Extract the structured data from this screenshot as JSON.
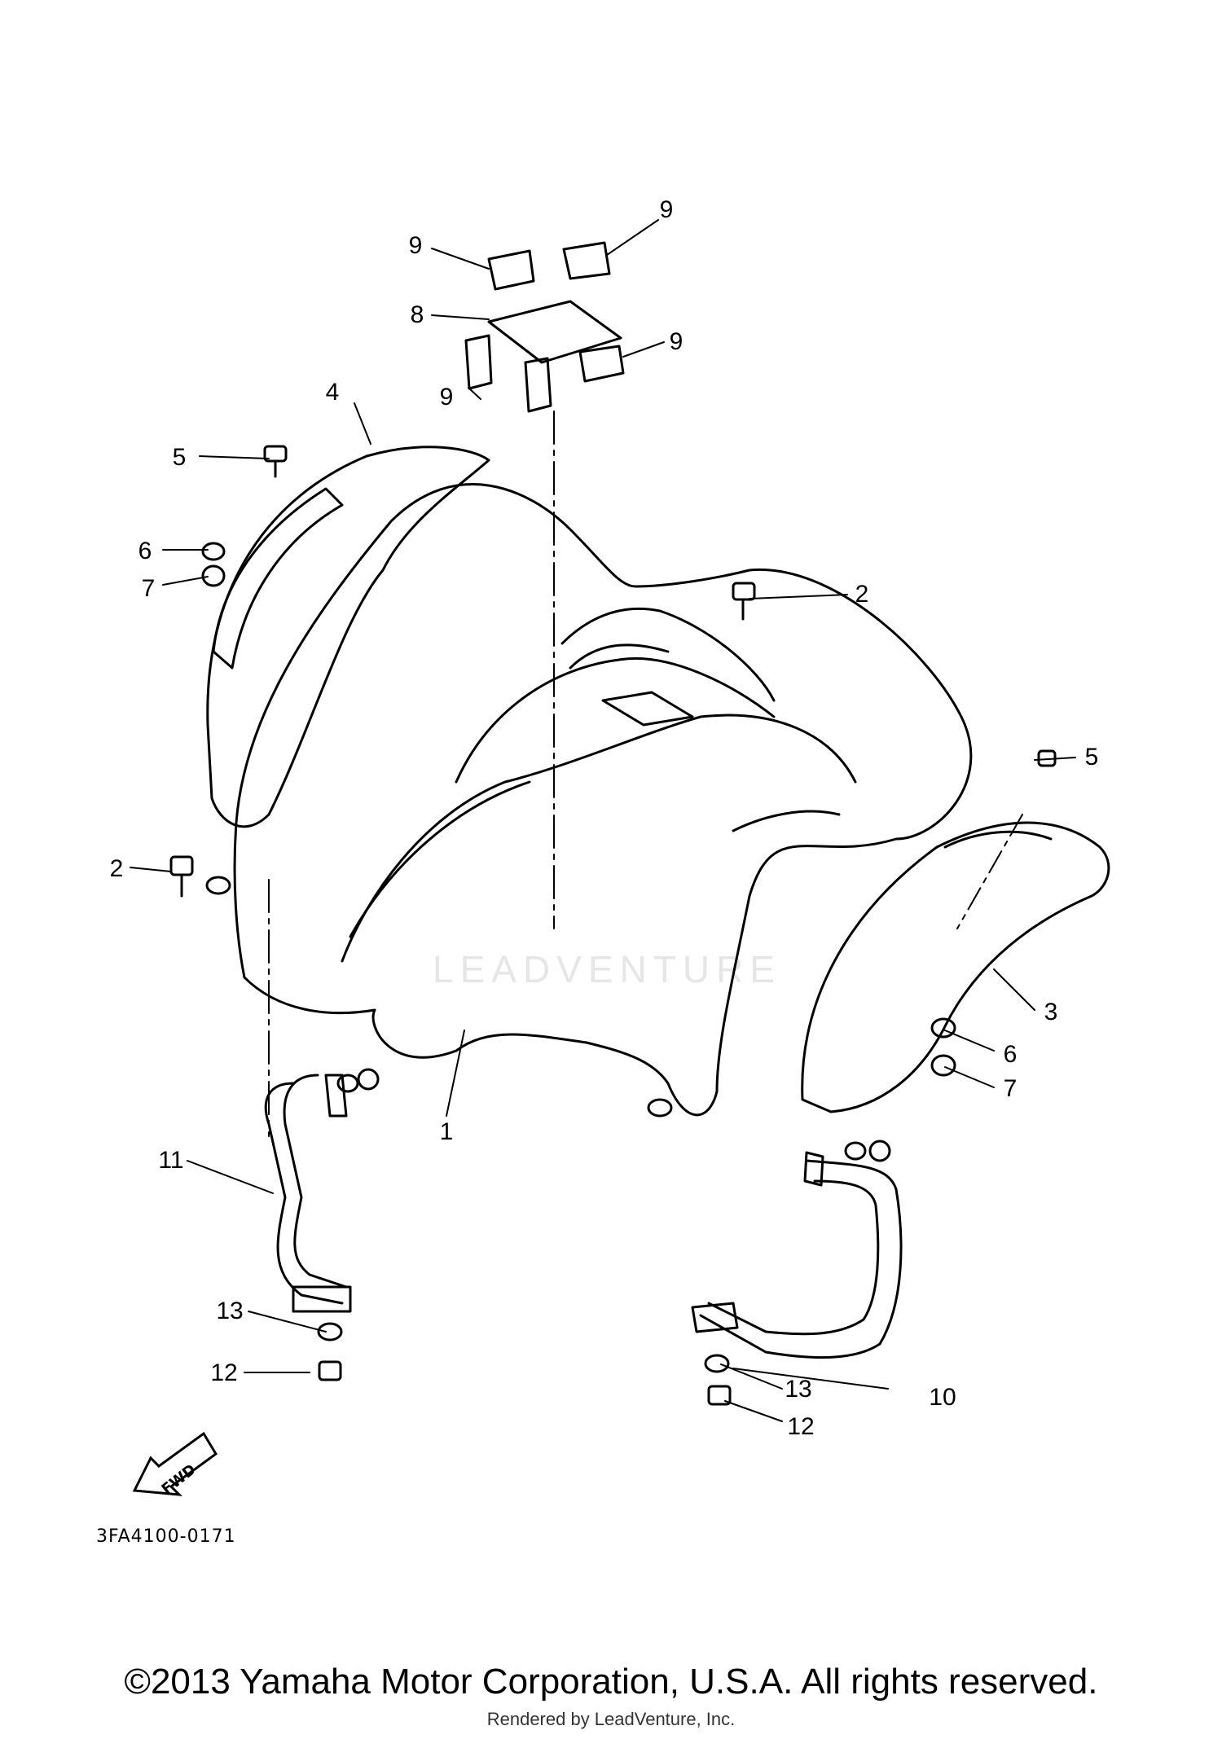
{
  "diagram": {
    "callouts": [
      {
        "id": "c9a",
        "label": "9"
      },
      {
        "id": "c9b",
        "label": "9"
      },
      {
        "id": "c8",
        "label": "8"
      },
      {
        "id": "c9c",
        "label": "9"
      },
      {
        "id": "c9d",
        "label": "9"
      },
      {
        "id": "c4",
        "label": "4"
      },
      {
        "id": "c5a",
        "label": "5"
      },
      {
        "id": "c6a",
        "label": "6"
      },
      {
        "id": "c7a",
        "label": "7"
      },
      {
        "id": "c2a",
        "label": "2"
      },
      {
        "id": "c2b",
        "label": "2"
      },
      {
        "id": "c5b",
        "label": "5"
      },
      {
        "id": "c3",
        "label": "3"
      },
      {
        "id": "c6b",
        "label": "6"
      },
      {
        "id": "c7b",
        "label": "7"
      },
      {
        "id": "c1",
        "label": "1"
      },
      {
        "id": "c11",
        "label": "11"
      },
      {
        "id": "c13a",
        "label": "13"
      },
      {
        "id": "c12a",
        "label": "12"
      },
      {
        "id": "c13b",
        "label": "13"
      },
      {
        "id": "c12b",
        "label": "12"
      },
      {
        "id": "c10",
        "label": "10"
      }
    ],
    "fwd_label": "FWD",
    "part_code": "3FA4100-0171",
    "watermark": "LEADVENTURE"
  },
  "footer": {
    "copyright": "©2013 Yamaha Motor Corporation, U.S.A. All rights reserved.",
    "rendered_by": "Rendered by LeadVenture, Inc."
  }
}
